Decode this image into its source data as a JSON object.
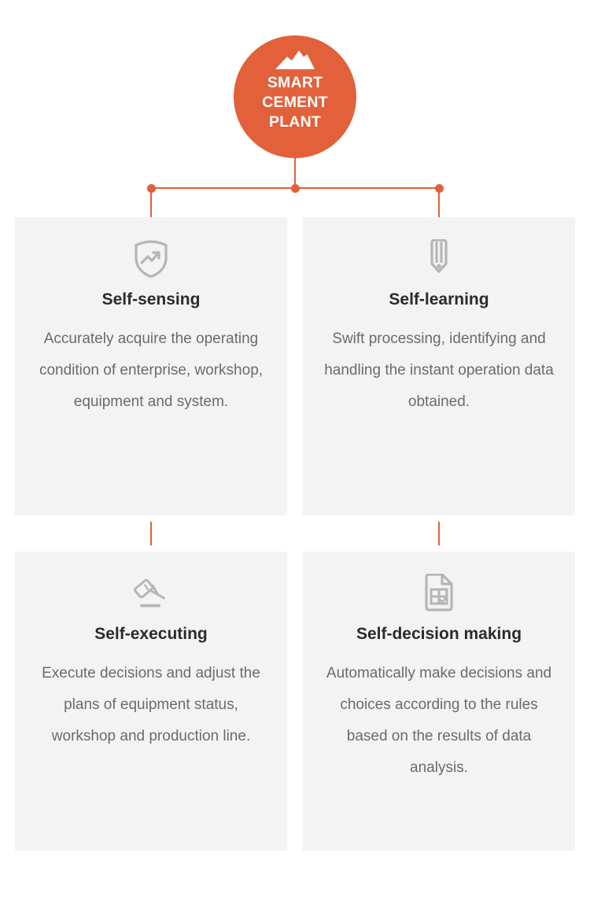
{
  "theme": {
    "accent": "#e2603a",
    "card_bg": "#f3f3f3",
    "page_bg": "#ffffff",
    "title_color": "#2b2b2b",
    "body_color": "#6b6b6b",
    "icon_color": "#b5b5b5"
  },
  "hub": {
    "title": "SMART\nCEMENT\nPLANT",
    "icon": "mountain-icon"
  },
  "connectors": {
    "dots": 3,
    "dot_color": "#e2603a"
  },
  "cards": [
    {
      "id": "self-sensing",
      "icon": "shield-trend-icon",
      "title": "Self-sensing",
      "description": "Accurately acquire the operating condition of enterprise, workshop, equipment and system."
    },
    {
      "id": "self-learning",
      "icon": "pencil-icon",
      "title": "Self-learning",
      "description": "Swift processing, identifying and handling the instant operation data obtained."
    },
    {
      "id": "self-executing",
      "icon": "gavel-icon",
      "title": "Self-executing",
      "description": "Execute decisions and adjust the plans of equipment status, workshop and production line."
    },
    {
      "id": "self-decision-making",
      "icon": "document-table-check-icon",
      "title": "Self-decision making",
      "description": "Automatically make decisions and choices according to the rules based on the results of data analysis."
    }
  ]
}
